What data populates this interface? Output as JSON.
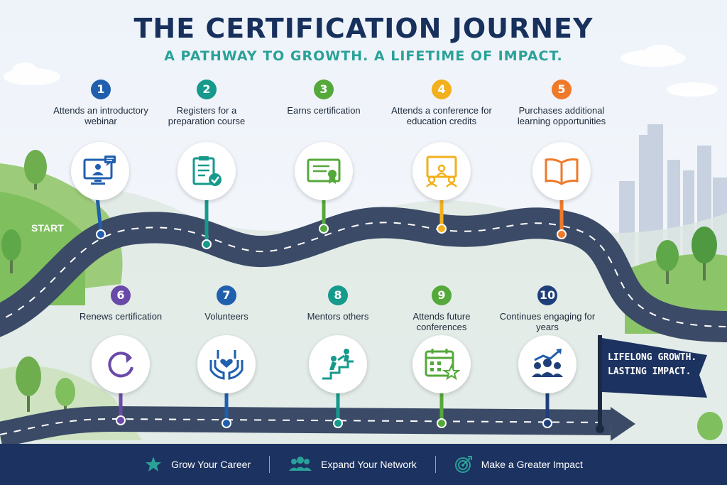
{
  "header": {
    "title": "THE CERTIFICATION JOURNEY",
    "subtitle": "A PATHWAY TO GROWTH. A LIFETIME OF IMPACT."
  },
  "start_label": "START",
  "steps_top": [
    {
      "num": "1",
      "label": "Attends an introductory webinar",
      "color": "#1f5fae",
      "icon": "webinar-monitor-icon"
    },
    {
      "num": "2",
      "label": "Registers for a preparation course",
      "color": "#159a8c",
      "icon": "clipboard-check-icon"
    },
    {
      "num": "3",
      "label": "Earns certification",
      "color": "#55a83a",
      "icon": "certificate-icon"
    },
    {
      "num": "4",
      "label": "Attends a conference for education credits",
      "color": "#f2b01e",
      "icon": "conference-audience-icon"
    },
    {
      "num": "5",
      "label": "Purchases additional learning opportunities",
      "color": "#ef7a2a",
      "icon": "open-book-icon"
    }
  ],
  "steps_bottom": [
    {
      "num": "6",
      "label": "Renews certification",
      "color": "#6a4aa8",
      "icon": "renew-arrow-icon"
    },
    {
      "num": "7",
      "label": "Volunteers",
      "color": "#1f5fae",
      "icon": "helping-hands-heart-icon"
    },
    {
      "num": "8",
      "label": "Mentors others",
      "color": "#159a8c",
      "icon": "mentor-climb-icon"
    },
    {
      "num": "9",
      "label": "Attends future conferences",
      "color": "#55a83a",
      "icon": "calendar-star-icon"
    },
    {
      "num": "10",
      "label": "Continues engaging for years",
      "color": "#1f3f7a",
      "icon": "growth-people-icon"
    }
  ],
  "flag": {
    "line1": "LIFELONG GROWTH.",
    "line2": "LASTING IMPACT."
  },
  "footer": [
    {
      "label": "Grow Your Career",
      "icon": "star-icon"
    },
    {
      "label": "Expand Your Network",
      "icon": "people-group-icon"
    },
    {
      "label": "Make a Greater Impact",
      "icon": "target-arrow-icon"
    }
  ],
  "colors": {
    "navy": "#17305c",
    "teal": "#2aa198",
    "road": "#3b4a66"
  }
}
